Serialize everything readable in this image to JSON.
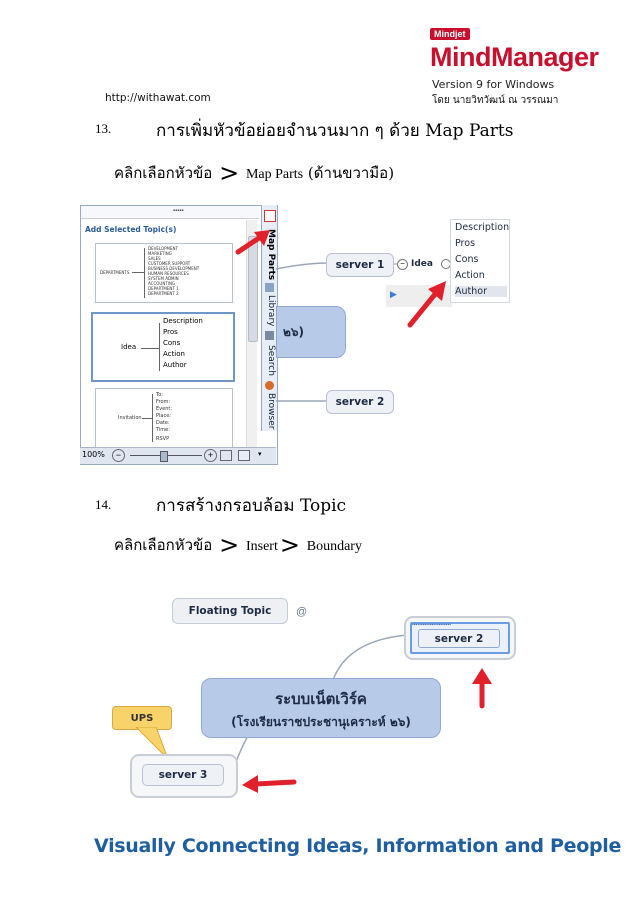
{
  "header": {
    "brand_badge": "Mindjet",
    "product": "MindManager",
    "version": "Version 9 for Windows",
    "url": "http://withawat.com",
    "author": "โดย นายวิทวัฒน์ ณ วรรณมา"
  },
  "section13": {
    "number": "13.",
    "title": "การเพิ่มหัวข้อย่อยจำนวนมาก ๆ ด้วย Map Parts",
    "instruction_thai": "คลิกเลือกหัวข้อ",
    "instruction_sep": ">",
    "instruction_en": "Map Parts",
    "instruction_tail": "(ด้านขวามือ)"
  },
  "panel": {
    "add_selected": "Add Selected Topic(s)",
    "tabs": [
      "Map Parts",
      "Library",
      "Search",
      "Browser"
    ],
    "zoom": "100%",
    "org_root": "DEPARTMENTS",
    "org_items": [
      "DEVELOPMENT",
      "MARKETING",
      "SALES",
      "CUSTOMER SUPPORT",
      "BUSINESS DEVELOPMENT",
      "HUMAN RESOURCES",
      "SYSTEM ADMIN",
      "ACCOUNTING",
      "DEPARTMENT 1",
      "DEPARTMENT 2"
    ],
    "idea_root": "Idea",
    "idea_items": [
      "Description",
      "Pros",
      "Cons",
      "Action",
      "Author"
    ],
    "inv_root": "Invitation",
    "inv_items": [
      "To:",
      "From:",
      "Event:",
      "Place:",
      "Date:",
      "Time:",
      "RSVP"
    ]
  },
  "map13": {
    "server1": "server 1",
    "idea": "Idea",
    "menu": [
      "Description",
      "Pros",
      "Cons",
      "Action",
      "Author"
    ],
    "partial_central": "๒๖)",
    "server2": "server 2"
  },
  "section14": {
    "number": "14.",
    "title": "การสร้างกรอบล้อม Topic",
    "instruction_thai": "คลิกเลือกหัวข้อ",
    "instruction_sep1": ">",
    "instruction_insert": "Insert",
    "instruction_sep2": ">",
    "instruction_boundary": "Boundary"
  },
  "map14": {
    "floating": "Floating Topic",
    "server2": "server 2",
    "central_line1": "ระบบเน็ตเวิร์ค",
    "central_line2": "(โรงเรียนราชประชานุเคราะห์ ๒๖)",
    "callout": "UPS",
    "server3": "server 3"
  },
  "footer": "Visually Connecting Ideas, Information and People",
  "colors": {
    "brand_red": "#c8102e",
    "footer_blue": "#1f5fa0",
    "arrow_red": "#e0212b",
    "central_blue": "#b7cbe9"
  }
}
